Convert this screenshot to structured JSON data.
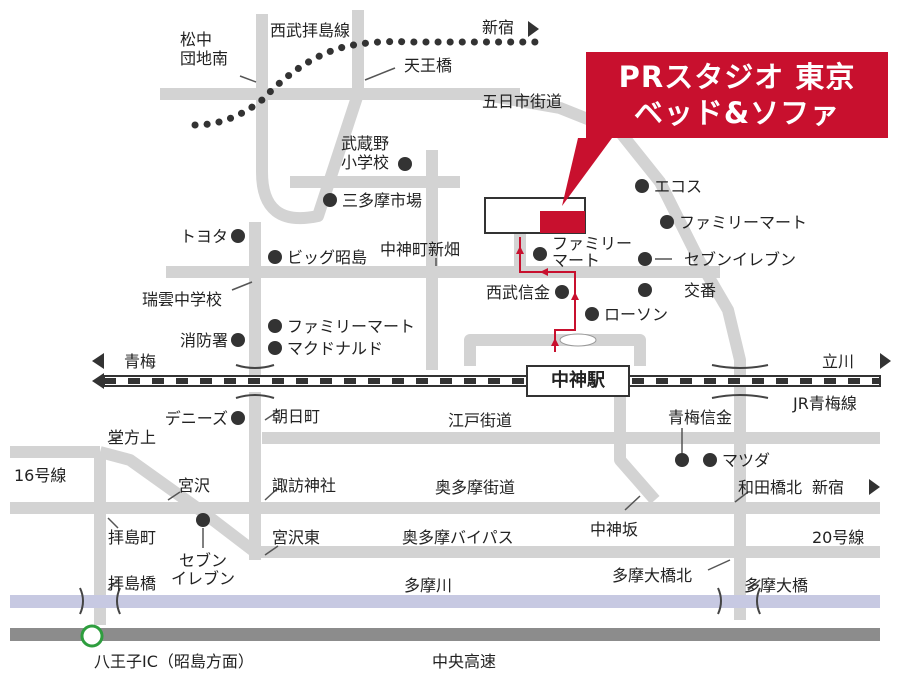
{
  "title": {
    "line1": "PRスタジオ 東京",
    "line2": "ベッド&ソファ",
    "accent": "#c8102e"
  },
  "station": "中神駅",
  "colors": {
    "road": "#d3d3d3",
    "river": "#c7c9e2",
    "expressway": "#8c8c8c",
    "route": "#c8102e",
    "rail_dark": "#333333"
  },
  "railways": {
    "jr": "JR青梅線",
    "seibu": "西武拝島線",
    "to_ome": "青梅",
    "to_tachikawa": "立川",
    "to_shinjuku": "新宿"
  },
  "roads": {
    "itsukaichi": "五日市街道",
    "edo": "江戸街道",
    "okutama": "奥多摩街道",
    "okutama_bypass": "奥多摩バイパス",
    "route16": "16号線",
    "route20": "20号線",
    "chuo_expressway": "中央高速",
    "to_shinjuku": "新宿"
  },
  "river": "多摩川",
  "intersections": {
    "matsunaka": "松中\n団地南",
    "tennobashi": "天王橋",
    "nakagami_shinbata": "中神町新畑",
    "zuiun": "瑞雲中学校",
    "asahicho": "朝日町",
    "dokatakami": "堂方上",
    "miyazawa": "宮沢",
    "suwa": "諏訪神社",
    "miyazawa_higashi": "宮沢東",
    "haijimacho": "拝島町",
    "haijimabashi": "拝島橋",
    "nakagamizaka": "中神坂",
    "wadabashi_kita": "和田橋北",
    "tamaohashi_kita": "多摩大橋北",
    "tamaohashi": "多摩大橋",
    "hachioji_ic": "八王子IC（昭島方面）"
  },
  "landmarks": {
    "musashino_school": "武蔵野\n小学校",
    "santama_market": "三多摩市場",
    "toyota": "トヨタ",
    "bic_akishima": "ビッグ昭島",
    "familymart_a": "ファミリー\nマート",
    "seibu_shinkin": "西武信金",
    "lawson": "ローソン",
    "ecos": "エコス",
    "familymart_b": "ファミリーマート",
    "seven_a": "セブンイレブン",
    "koban": "交番",
    "fire_station": "消防署",
    "familymart_c": "ファミリーマート",
    "mcdonalds": "マクドナルド",
    "dennys": "デニーズ",
    "ome_shinkin": "青梅信金",
    "mazda": "マツダ",
    "seven_b": "セブン\nイレブン"
  }
}
